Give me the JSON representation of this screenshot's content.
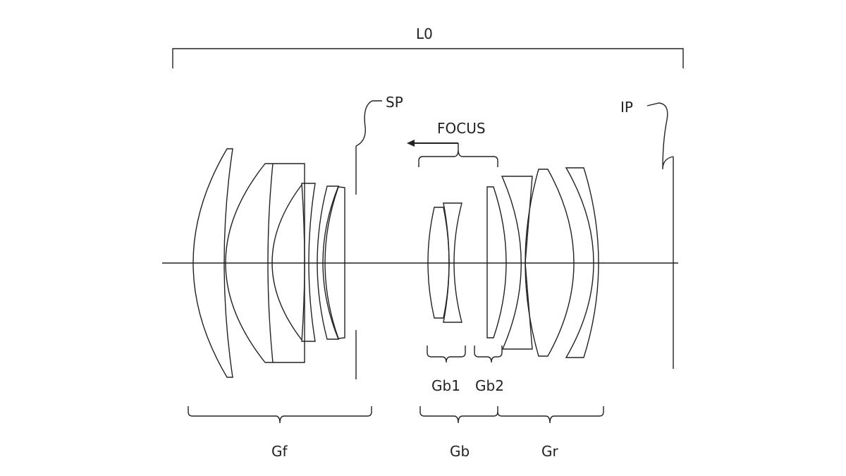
{
  "labels": {
    "overall_length": "L0",
    "stop": "SP",
    "image_plane": "IP",
    "focus": "FOCUS",
    "front_group": "Gf",
    "focus_group": "Gb",
    "focus_subgroup_1": "Gb1",
    "focus_subgroup_2": "Gb2",
    "rear_group": "Gr"
  },
  "colors": {
    "line": "#222222",
    "background": "#ffffff"
  }
}
